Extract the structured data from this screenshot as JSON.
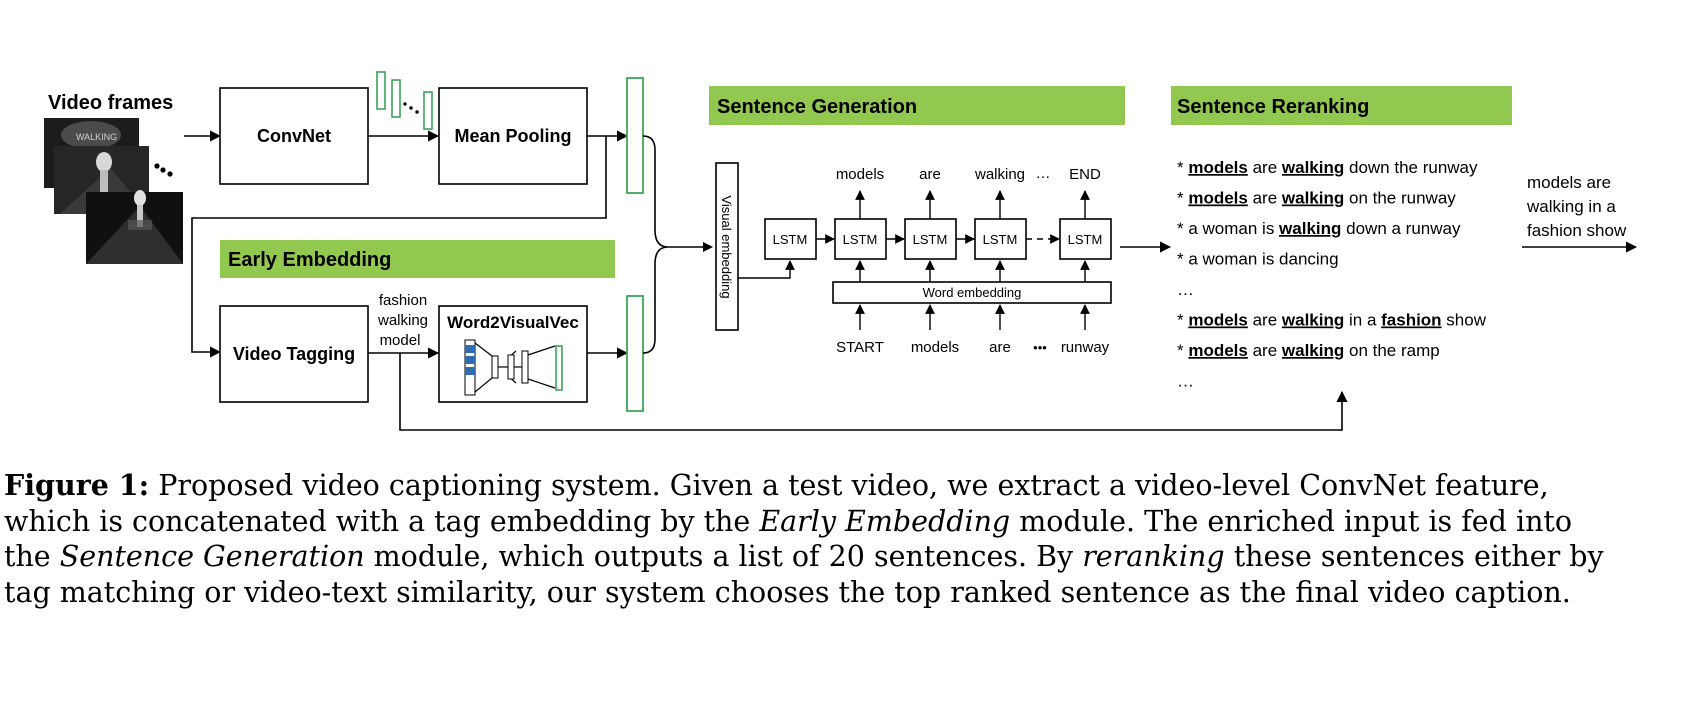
{
  "diagram": {
    "video_frames_label": "Video frames",
    "video_frame_overlay_text": "WALKING",
    "frames_ellipsis": "•",
    "convnet_label": "ConvNet",
    "mean_pooling_label": "Mean Pooling",
    "feature_dots": "• •",
    "early_embedding_header": "Early Embedding",
    "video_tagging_label": "Video Tagging",
    "tags": [
      "fashion",
      "walking",
      "model"
    ],
    "word2visualvec_label": "Word2VisualVec",
    "visual_embedding_label": "Visual embedding",
    "sentence_generation_header": "Sentence Generation",
    "lstm_label": "LSTM",
    "outputs": [
      "models",
      "are",
      "walking",
      "…",
      "END"
    ],
    "inputs": [
      "START",
      "models",
      "are",
      "•••",
      "runway"
    ],
    "word_embedding_label": "Word embedding",
    "sentence_reranking_header": "Sentence Reranking",
    "candidates": [
      {
        "star": "*",
        "parts": [
          {
            "t": "models",
            "u": true
          },
          {
            "t": " are "
          },
          {
            "t": "walking",
            "u": true
          },
          {
            "t": " down the runway"
          }
        ]
      },
      {
        "star": "*",
        "parts": [
          {
            "t": "models",
            "u": true
          },
          {
            "t": " are "
          },
          {
            "t": "walking",
            "u": true
          },
          {
            "t": " on the runway"
          }
        ]
      },
      {
        "star": "*",
        "parts": [
          {
            "t": "a woman is "
          },
          {
            "t": "walking",
            "u": true
          },
          {
            "t": " down a runway"
          }
        ]
      },
      {
        "star": "*",
        "parts": [
          {
            "t": "a woman is dancing"
          }
        ]
      },
      {
        "ellipsis": "…"
      },
      {
        "star": "*",
        "parts": [
          {
            "t": "models",
            "u": true
          },
          {
            "t": " are "
          },
          {
            "t": "walking",
            "u": true
          },
          {
            "t": " in a "
          },
          {
            "t": "fashion",
            "u": true
          },
          {
            "t": " show"
          }
        ]
      },
      {
        "star": "*",
        "parts": [
          {
            "t": "models",
            "u": true
          },
          {
            "t": " are "
          },
          {
            "t": "walking",
            "u": true
          },
          {
            "t": " on the ramp"
          }
        ]
      },
      {
        "ellipsis": "…"
      }
    ],
    "final_caption_lines": [
      "models are",
      "walking in a",
      "fashion show"
    ],
    "colors": {
      "header_green": "#92c84f",
      "feature_green": "#3aa55a",
      "w2v_blue": "#2e6db4"
    }
  },
  "caption": {
    "lines": [
      [
        {
          "b": "Figure 1:"
        },
        {
          "t": " Proposed video captioning system. Given a test video, we extract a video-level ConvNet feature,"
        }
      ],
      [
        {
          "t": "which is concatenated with a tag embedding by the "
        },
        {
          "i": "Early Embedding"
        },
        {
          "t": " module. The enriched input is fed into"
        }
      ],
      [
        {
          "t": "the "
        },
        {
          "i": "Sentence Generation"
        },
        {
          "t": " module, which outputs a list of 20 sentences. By "
        },
        {
          "i": "reranking"
        },
        {
          "t": " these sentences either by"
        }
      ],
      [
        {
          "t": "tag matching or video-text similarity, our system chooses the top ranked sentence as the final video caption."
        }
      ]
    ]
  }
}
